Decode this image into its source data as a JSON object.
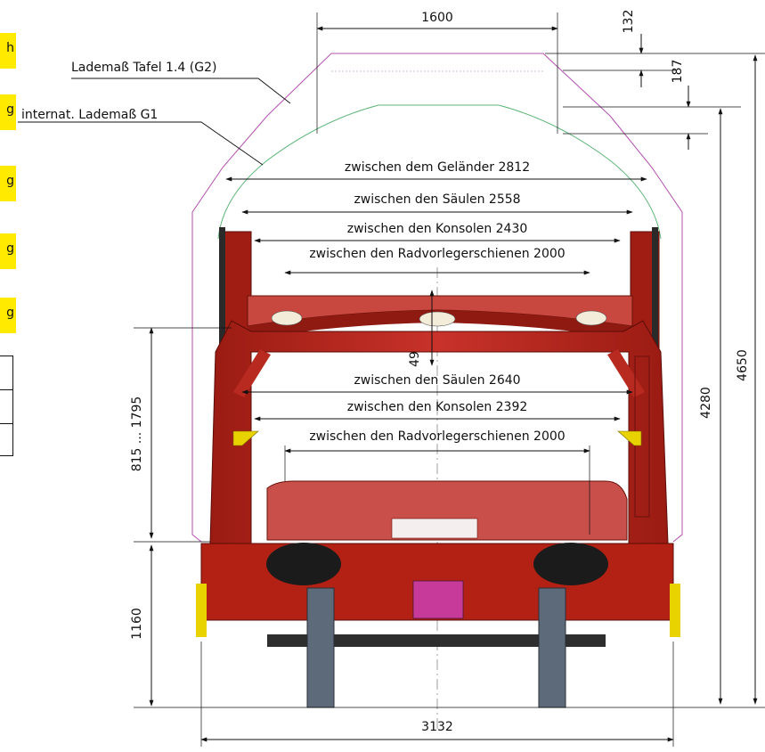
{
  "side_tags": [
    "h",
    "g",
    "g",
    "g",
    "g"
  ],
  "labels": {
    "g2_profile": "Lademaß Tafel 1.4 (G2)",
    "g1_profile": "internat. Lademaß G1",
    "top_width": "1600",
    "top_offset_1": "132",
    "top_offset_2": "187",
    "railing": "zwischen dem Geländer 2812",
    "columns_upper": "zwischen den Säulen 2558",
    "consoles_upper": "zwischen den Konsolen 2430",
    "wheel_rails_upper": "zwischen den Radvorlegerschienen 2000",
    "gap": "49",
    "columns_lower": "zwischen den Säulen 2640",
    "consoles_lower": "zwischen den Konsolen 2392",
    "wheel_rails_lower": "zwischen den Radvorlegerschienen 2000",
    "deck_range": "815 ... 1795",
    "floor_height": "1160",
    "height_4280": "4280",
    "height_4650": "4650",
    "overall_width": "3132"
  },
  "colors": {
    "frame": "#b42318",
    "frame_dark": "#7a150f",
    "platform": "#c9504a",
    "clearance_g2": "#b24fae",
    "clearance_g1": "#5fb57a",
    "yellow": "#e8d200"
  }
}
